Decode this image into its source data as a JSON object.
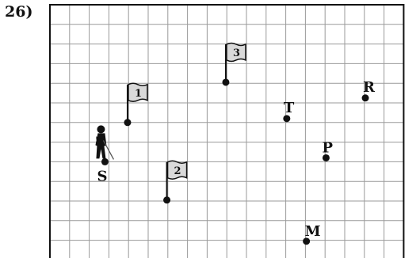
{
  "problem_label": "26)",
  "grid": {
    "columns": 18,
    "rows": 13,
    "line_color": "#9a9a9a",
    "frame_color": "#111111"
  },
  "points": [
    {
      "id": "S",
      "label": "S",
      "col": 2.8,
      "row": 8.0
    },
    {
      "id": "T",
      "label": "T",
      "col": 12.05,
      "row": 5.8
    },
    {
      "id": "R",
      "label": "R",
      "col": 16.05,
      "row": 4.75
    },
    {
      "id": "P",
      "label": "P",
      "col": 14.05,
      "row": 7.8
    },
    {
      "id": "M",
      "label": "M",
      "col": 13.05,
      "row": 12.05
    }
  ],
  "flags": [
    {
      "id": "flag-1",
      "number": "1",
      "col": 3.95,
      "row": 6.0
    },
    {
      "id": "flag-2",
      "number": "2",
      "col": 5.95,
      "row": 9.95
    },
    {
      "id": "flag-3",
      "number": "3",
      "col": 8.95,
      "row": 3.95
    }
  ],
  "golfer_icon": "golfer-icon",
  "flag_icon": "golf-flag-icon"
}
